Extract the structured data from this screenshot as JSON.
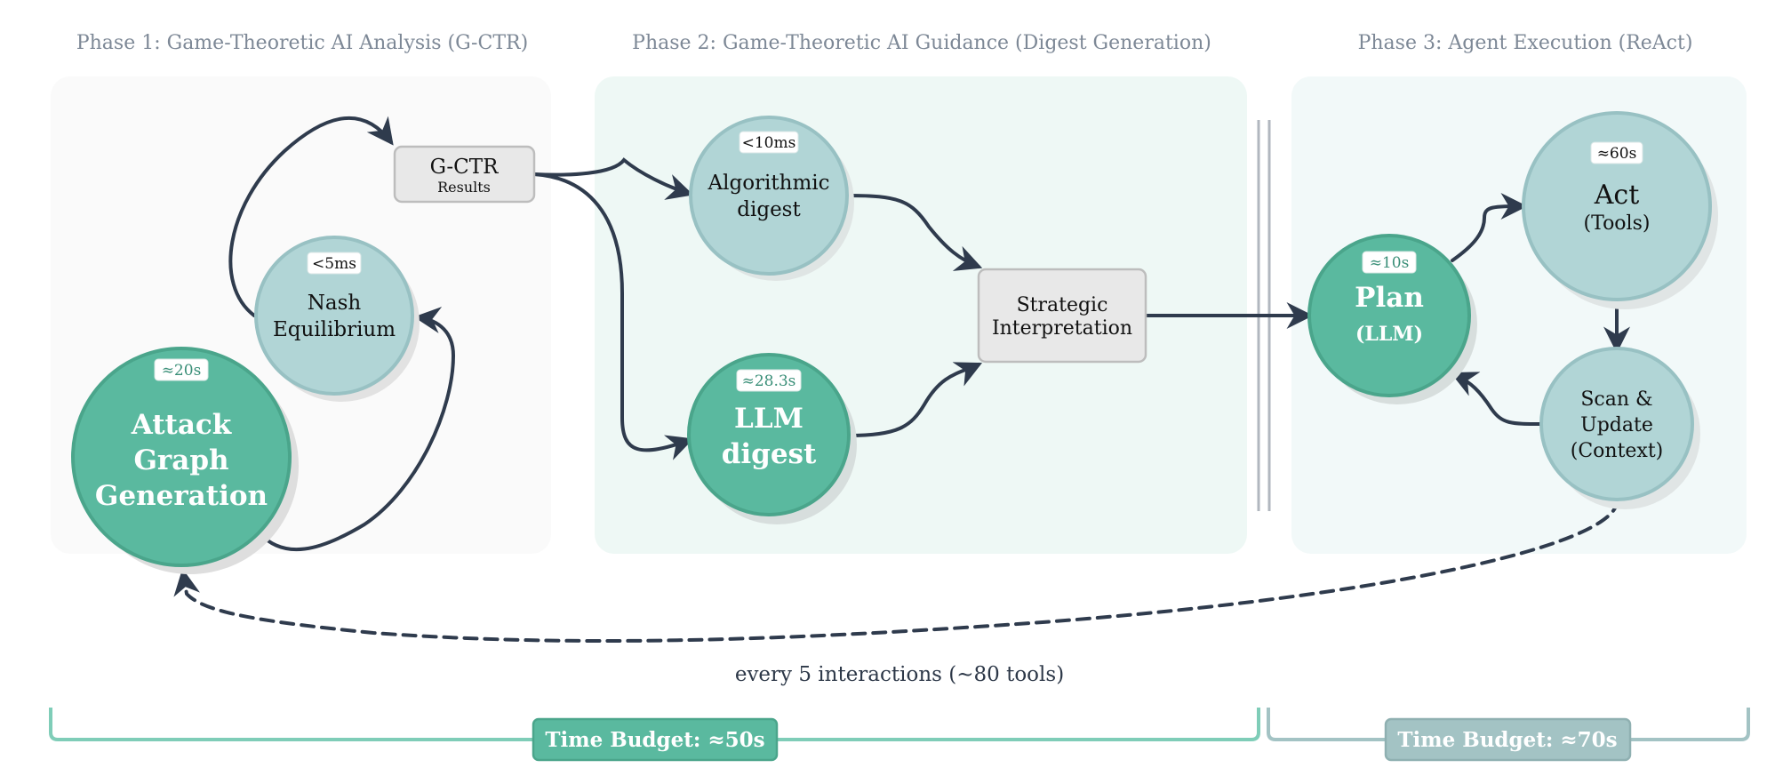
{
  "phases": [
    {
      "title": "Phase 1: Game-Theoretic AI Analysis (G-CTR)"
    },
    {
      "title": "Phase 2: Game-Theoretic AI Guidance (Digest Generation)"
    },
    {
      "title": "Phase 3: Agent Execution (ReAct)"
    }
  ],
  "nodes": {
    "attack": {
      "lines": [
        "Attack",
        "Graph",
        "Generation"
      ],
      "badge": "≈20s",
      "style": "primary"
    },
    "nash": {
      "lines": [
        "Nash",
        "Equilibrium"
      ],
      "badge": "<5ms",
      "style": "secondary"
    },
    "gctr": {
      "title": "G-CTR",
      "subtitle": "Results"
    },
    "algorithmic": {
      "lines": [
        "Algorithmic",
        "digest"
      ],
      "badge": "<10ms",
      "style": "secondary"
    },
    "llm": {
      "lines": [
        "LLM",
        "digest"
      ],
      "badge": "≈28.3s",
      "style": "primary"
    },
    "strategic": {
      "lines": [
        "Strategic",
        "Interpretation"
      ]
    },
    "plan": {
      "title": "Plan",
      "subtitle": "(LLM)",
      "badge": "≈10s",
      "style": "primary"
    },
    "act": {
      "title": "Act",
      "subtitle": "(Tools)",
      "badge": "≈60s",
      "style": "secondary"
    },
    "scan": {
      "lines": [
        "Scan &",
        "Update",
        "(Context)"
      ],
      "style": "secondary"
    }
  },
  "feedback_loop": {
    "label": "every 5 interactions (∼80 tools)"
  },
  "budgets": [
    {
      "label": "Time Budget: ≈50s",
      "color": "#5ab99f"
    },
    {
      "label": "Time Budget: ≈70s",
      "color": "#a3c3c4"
    }
  ],
  "colors": {
    "primary": "#5ab99f",
    "primary_border": "#4aa58b",
    "secondary": "#b1d5d6",
    "secondary_border": "#98c1c3",
    "arrow": "#2f3b4d",
    "box_fill": "#e8e8e8",
    "box_border": "#bdbdbd",
    "bracket1": "#7fcdb8",
    "bracket2": "#a3c3c4"
  }
}
